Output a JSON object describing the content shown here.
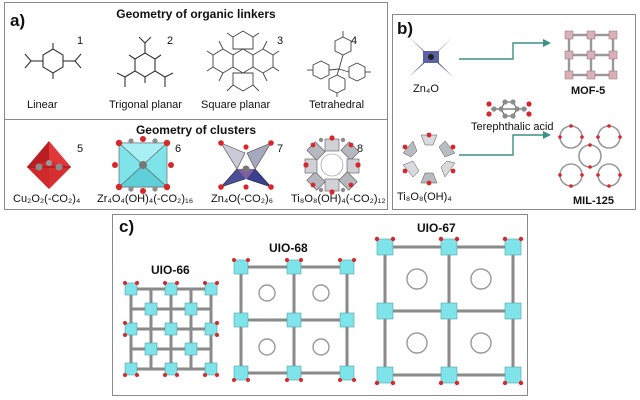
{
  "panel_a": {
    "label": "a)",
    "linkers": {
      "title": "Geometry of organic linkers",
      "items": [
        {
          "num": "1",
          "label": "Linear"
        },
        {
          "num": "2",
          "label": "Trigonal planar"
        },
        {
          "num": "3",
          "label": "Square planar"
        },
        {
          "num": "4",
          "label": "Tetrahedral"
        }
      ]
    },
    "clusters": {
      "title": "Geometry of clusters",
      "items": [
        {
          "num": "5",
          "label": "Cu₂O₂(-CO₂)₄"
        },
        {
          "num": "6",
          "label": "Zr₄O₄(OH)₄(-CO₂)₁₆"
        },
        {
          "num": "7",
          "label": "Zn₄O(-CO₂)₆"
        },
        {
          "num": "8",
          "label": "Ti₈O₈(OH)₄(-CO₂)₁₂"
        }
      ]
    }
  },
  "panel_b": {
    "label": "b)",
    "zn_label": "Zn₄O",
    "ti_label": "Ti₈O₈(OH)₄",
    "linker_label": "Terephthalic acid",
    "mof5_label": "MOF-5",
    "mil125_label": "MIL-125"
  },
  "panel_c": {
    "label": "c)",
    "uio66": "UIO-66",
    "uio68": "UIO-68",
    "uio67": "UIO-67"
  },
  "colors": {
    "cluster_cyan": "#7fe3ea",
    "oxygen_red": "#d8262a",
    "carbon_grey": "#8c8c8c",
    "arrow_teal": "#3d8f8a",
    "zn_blue": "#3a3f8f"
  }
}
